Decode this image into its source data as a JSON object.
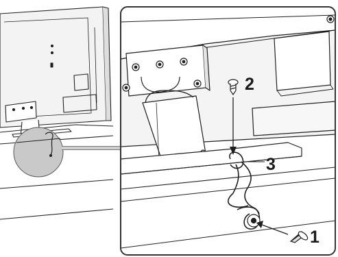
{
  "steps": [
    {
      "id": "screw",
      "label": "2"
    },
    {
      "id": "cord",
      "label": "3"
    },
    {
      "id": "anchor-screw",
      "label": "1"
    }
  ],
  "colors": {
    "line": "#1f1f1f",
    "panel_fill": "#f1f1f1",
    "light_fill": "#f7f7f7",
    "magnifier_fill": "#c9c9c9",
    "frame": "#333333"
  }
}
